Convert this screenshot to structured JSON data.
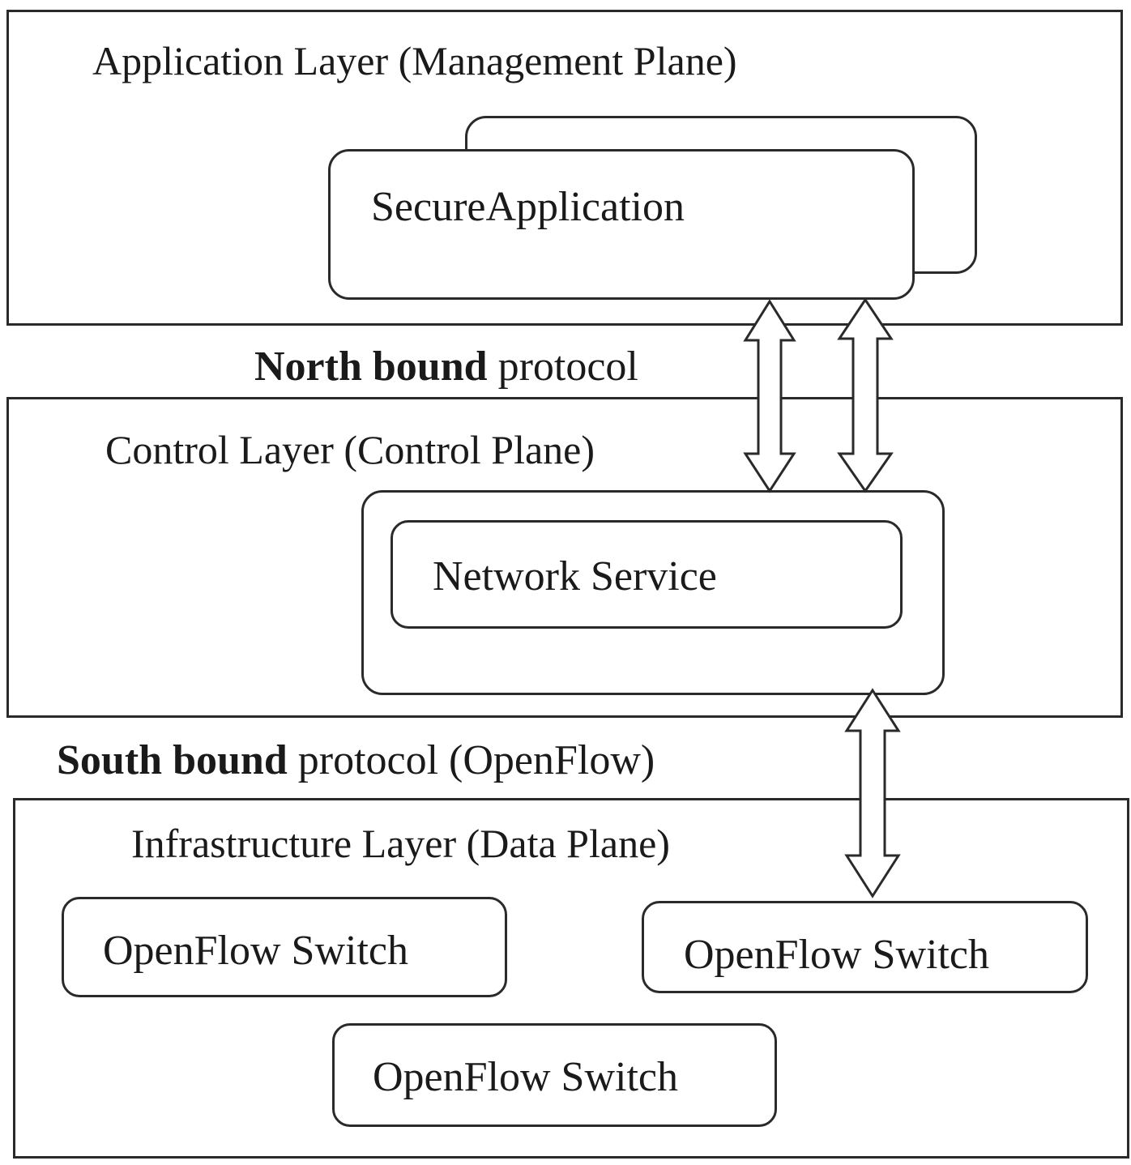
{
  "application_layer": {
    "title": "Application Layer (Management Plane)",
    "secure_app_label": "SecureApplication"
  },
  "northbound": {
    "bold": "North bound",
    "rest": " protocol"
  },
  "control_layer": {
    "title": "Control Layer (Control Plane)",
    "network_service_label": "Network Service"
  },
  "southbound": {
    "bold": "South bound",
    "rest": " protocol (OpenFlow)"
  },
  "infrastructure_layer": {
    "title": "Infrastructure Layer (Data Plane)",
    "switches": [
      {
        "label": "OpenFlow Switch"
      },
      {
        "label": "OpenFlow Switch"
      },
      {
        "label": "OpenFlow Switch"
      }
    ]
  },
  "colors": {
    "stroke": "#2a2a2a",
    "text": "#1a1a1a",
    "background": "#ffffff"
  }
}
